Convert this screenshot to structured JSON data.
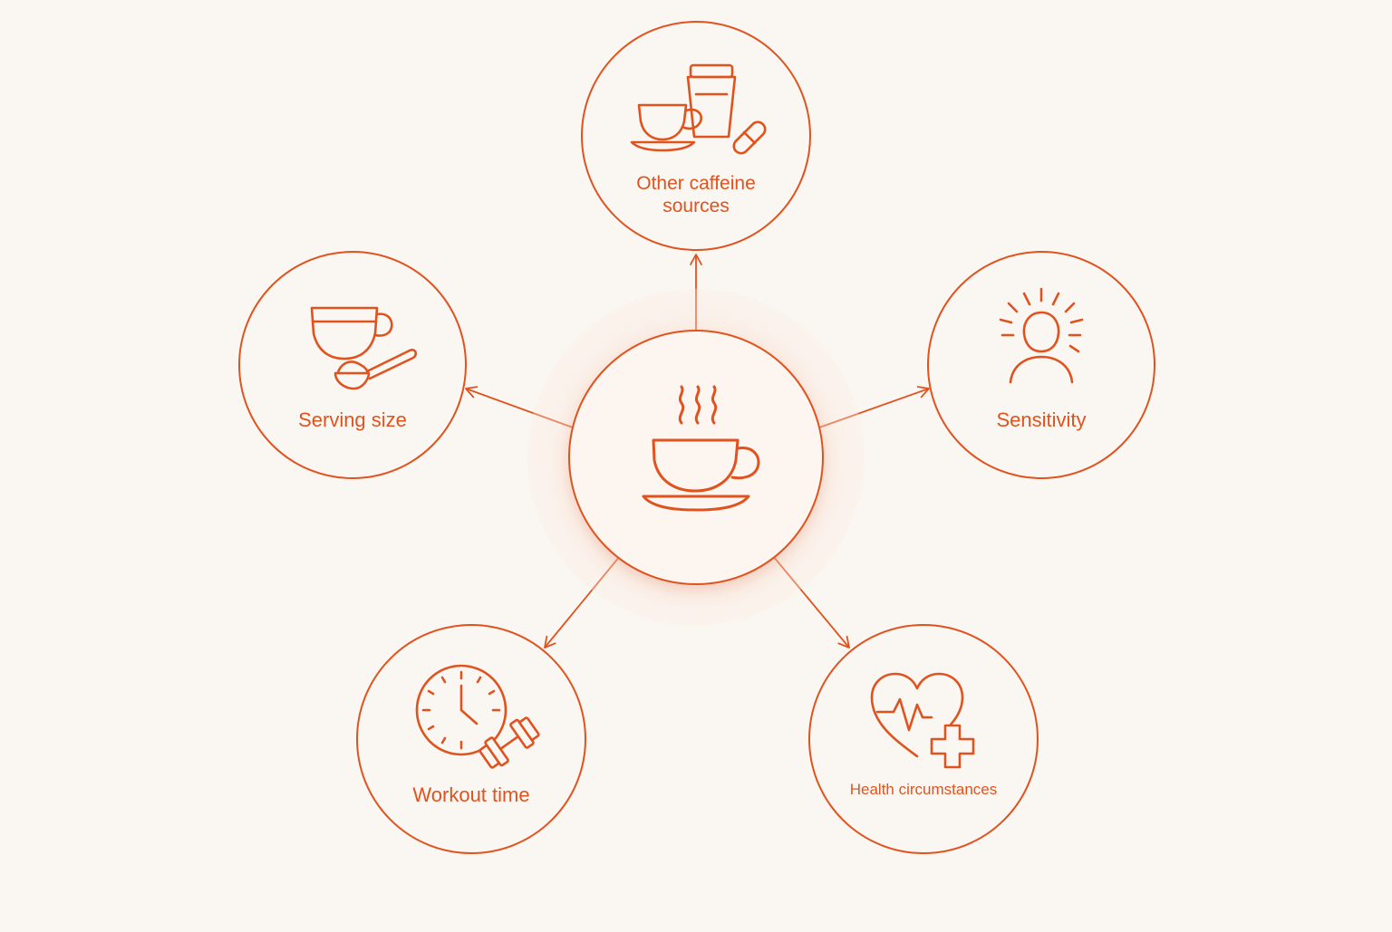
{
  "diagram": {
    "accent_color": "#e0531f",
    "background_color": "#faf7f2",
    "center": {
      "icon": "coffee-cup-icon"
    },
    "nodes": {
      "other_caffeine_sources": {
        "label": "Other caffeine sources",
        "icon": "drinks-and-pill-icon"
      },
      "serving_size": {
        "label": "Serving size",
        "icon": "cup-and-scoop-icon"
      },
      "sensitivity": {
        "label": "Sensitivity",
        "icon": "sensitive-person-icon"
      },
      "workout_time": {
        "label": "Workout time",
        "icon": "clock-dumbbell-icon"
      },
      "health_circumstances": {
        "label": "Health circumstances",
        "icon": "heart-cross-icon"
      }
    }
  }
}
